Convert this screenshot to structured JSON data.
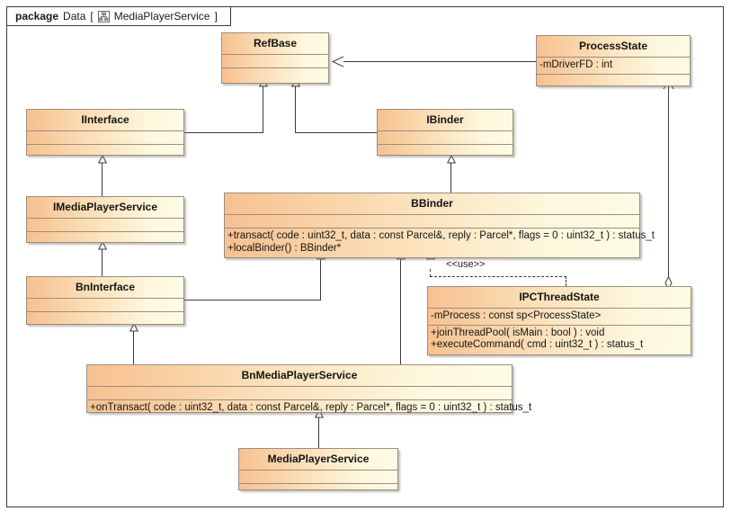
{
  "diagram": {
    "kind": "uml-class-diagram",
    "package": {
      "keyword": "package",
      "name": "Data",
      "bracket_open": "[",
      "bracket_close": "]",
      "qualified": "MediaPlayerService",
      "icon": "package-diagram-icon"
    },
    "colors": {
      "fill_left": "#f7c190",
      "fill_right": "#fdfbe4",
      "border": "#9a8f80",
      "line": "#3b3b3b",
      "background": "#ffffff"
    }
  },
  "classes": [
    {
      "id": "refbase",
      "name": "RefBase",
      "attributes": [],
      "operations": []
    },
    {
      "id": "processstate",
      "name": "ProcessState",
      "attributes": [
        "-mDriverFD : int"
      ],
      "operations": []
    },
    {
      "id": "iinterface",
      "name": "IInterface",
      "attributes": [],
      "operations": []
    },
    {
      "id": "ibinder",
      "name": "IBinder",
      "attributes": [],
      "operations": []
    },
    {
      "id": "imediaplayerservice",
      "name": "IMediaPlayerService",
      "attributes": [],
      "operations": []
    },
    {
      "id": "bbinder",
      "name": "BBinder",
      "attributes": [],
      "operations": [
        "+transact( code : uint32_t, data : const Parcel&, reply : Parcel*, flags = 0 : uint32_t ) : status_t",
        "+localBinder() : BBinder*"
      ]
    },
    {
      "id": "bninterface",
      "name": "BnInterface",
      "attributes": [],
      "operations": []
    },
    {
      "id": "ipcthreadstate",
      "name": "IPCThreadState",
      "attributes": [
        "-mProcess : const sp<ProcessState>"
      ],
      "operations": [
        "+joinThreadPool( isMain : bool ) : void",
        "+executeCommand( cmd : uint32_t ) : status_t"
      ]
    },
    {
      "id": "bnmediaplayerservice",
      "name": "BnMediaPlayerService",
      "attributes": [],
      "operations": [
        "+onTransact( code : uint32_t, data : const Parcel&, reply : Parcel*, flags = 0 : uint32_t ) : status_t"
      ]
    },
    {
      "id": "mediaplayerservice",
      "name": "MediaPlayerService",
      "attributes": [],
      "operations": []
    }
  ],
  "relationships": [
    {
      "id": "r1",
      "type": "generalization",
      "from": "iinterface",
      "to": "refbase",
      "label": ""
    },
    {
      "id": "r2",
      "type": "generalization",
      "from": "ibinder",
      "to": "refbase",
      "label": ""
    },
    {
      "id": "r3",
      "type": "generalization",
      "from": "imediaplayerservice",
      "to": "iinterface",
      "label": ""
    },
    {
      "id": "r4",
      "type": "generalization",
      "from": "bninterface",
      "to": "imediaplayerservice",
      "label": ""
    },
    {
      "id": "r5",
      "type": "generalization",
      "from": "bbinder",
      "to": "ibinder",
      "label": ""
    },
    {
      "id": "r6",
      "type": "generalization",
      "from": "bninterface",
      "to": "bbinder",
      "label": ""
    },
    {
      "id": "r7",
      "type": "generalization",
      "from": "bnmediaplayerservice",
      "to": "bninterface",
      "label": ""
    },
    {
      "id": "r8",
      "type": "generalization",
      "from": "bnmediaplayerservice",
      "to": "bbinder",
      "label": ""
    },
    {
      "id": "r9",
      "type": "generalization",
      "from": "mediaplayerservice",
      "to": "bnmediaplayerservice",
      "label": ""
    },
    {
      "id": "r10",
      "type": "generalization",
      "from": "processstate",
      "to": "refbase",
      "label": ""
    },
    {
      "id": "r11",
      "type": "dependency",
      "from": "ipcthreadstate",
      "to": "bbinder",
      "label": "<<use>>"
    },
    {
      "id": "r12",
      "type": "association",
      "from": "ipcthreadstate",
      "to": "processstate",
      "label": ""
    }
  ]
}
